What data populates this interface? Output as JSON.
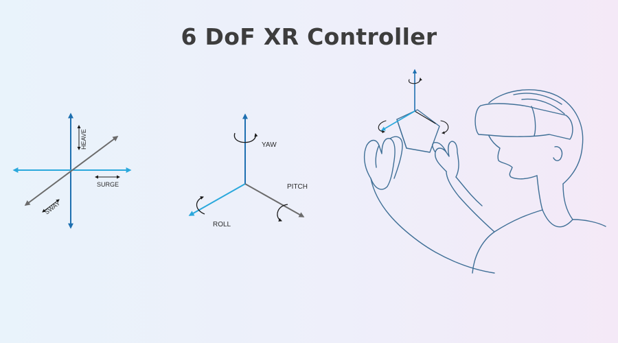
{
  "title": "6 DoF XR Controller",
  "translation_axes": {
    "heave": "HEAVE",
    "surge": "SURGE",
    "sway": "SWAY"
  },
  "rotation_axes": {
    "yaw": "YAW",
    "pitch": "PITCH",
    "roll": "ROLL"
  },
  "colors": {
    "title": "#3d3d3d",
    "axis_dark_blue": "#1d6fb0",
    "axis_light_blue": "#2aa8dc",
    "axis_gray": "#6b6b6b",
    "sketch_line": "#3f6f96",
    "background_left": "#e9f3fb",
    "background_right": "#f4e9f7"
  }
}
